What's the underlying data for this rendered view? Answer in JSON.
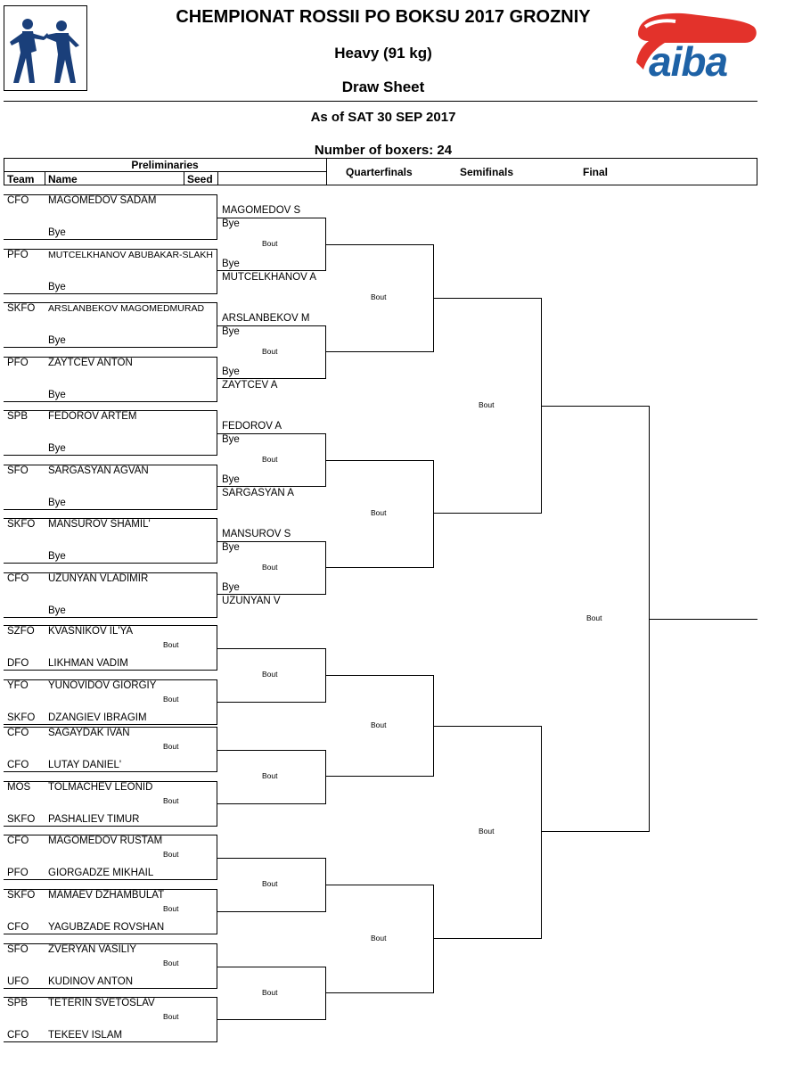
{
  "header": {
    "title": "CHEMPIONAT ROSSII PO BOKSU 2017 GROZNIY",
    "weight_class": "Heavy (91 kg)",
    "sheet_type": "Draw Sheet",
    "as_of": "As of SAT 30 SEP 2017",
    "boxer_count": "Number of boxers: 24",
    "logo_text": "aiba",
    "logo_color": "#1e62a6",
    "logo_accent": "#e3322b"
  },
  "columns": {
    "preliminaries": "Preliminaries",
    "team": "Team",
    "name": "Name",
    "seed": "Seed",
    "quarterfinals": "Quarterfinals",
    "semifinals": "Semifinals",
    "final": "Final"
  },
  "bye_label": "Bye",
  "bout_label": "Bout",
  "seeded_entries": [
    {
      "team": "CFO",
      "name": "MAGOMEDOV SADAM",
      "winner": "MAGOMEDOV S"
    },
    {
      "team": "PFO",
      "name": "MUTCELKHANOV ABUBAKAR-SLAKH",
      "winner": "MUTCELKHANOV A"
    },
    {
      "team": "SKFO",
      "name": "ARSLANBEKOV MAGOMEDMURAD",
      "winner": "ARSLANBEKOV M"
    },
    {
      "team": "PFO",
      "name": "ZAYTCEV ANTON",
      "winner": "ZAYTCEV A"
    },
    {
      "team": "SPB",
      "name": "FEDOROV ARTEM",
      "winner": "FEDOROV A"
    },
    {
      "team": "SFO",
      "name": "SARGASYAN AGVAN",
      "winner": "SARGASYAN A"
    },
    {
      "team": "SKFO",
      "name": "MANSUROV SHAMIL'",
      "winner": "MANSUROV S"
    },
    {
      "team": "CFO",
      "name": "UZUNYAN VLADIMIR",
      "winner": "UZUNYAN V"
    }
  ],
  "prelim_bouts": [
    {
      "a_team": "SZFO",
      "a_name": "KVASNIKOV IL'YA",
      "b_team": "DFO",
      "b_name": "LIKHMAN VADIM"
    },
    {
      "a_team": "YFO",
      "a_name": "YUNOVIDOV GIORGIY",
      "b_team": "SKFO",
      "b_name": "DZANGIEV IBRAGIM"
    },
    {
      "a_team": "CFO",
      "a_name": "SAGAYDAK IVAN",
      "b_team": "CFO",
      "b_name": "LUTAY DANIEL'"
    },
    {
      "a_team": "MOS",
      "a_name": "TOLMACHEV LEONID",
      "b_team": "SKFO",
      "b_name": "PASHALIEV TIMUR"
    },
    {
      "a_team": "CFO",
      "a_name": "MAGOMEDOV RUSTAM",
      "b_team": "PFO",
      "b_name": "GIORGADZE MIKHAIL"
    },
    {
      "a_team": "SKFO",
      "a_name": "MAMAEV DZHAMBULAT",
      "b_team": "CFO",
      "b_name": "YAGUBZADE ROVSHAN"
    },
    {
      "a_team": "SFO",
      "a_name": "ZVERYAN VASILIY",
      "b_team": "UFO",
      "b_name": "KUDINOV ANTON"
    },
    {
      "a_team": "SPB",
      "a_name": "TETERIN SVETOSLAV",
      "b_team": "CFO",
      "b_name": "TEKEEV ISLAM"
    }
  ]
}
